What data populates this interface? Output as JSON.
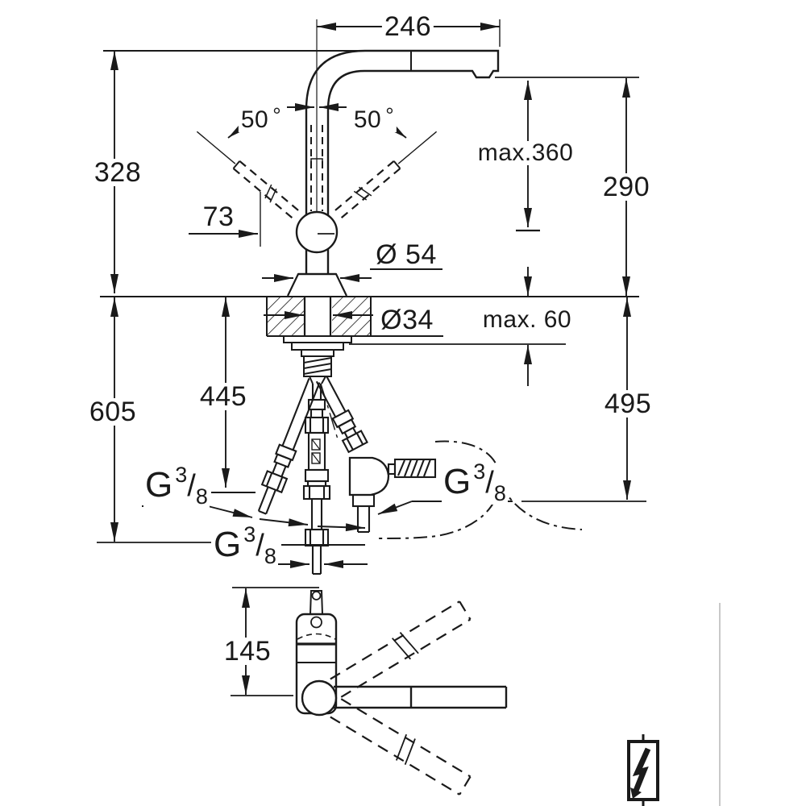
{
  "colors": {
    "line": "#1a1a1a",
    "background": "#ffffff"
  },
  "dimensions": {
    "spout_reach": "246",
    "spout_height": "328",
    "lever_swivel_height": "max.360",
    "outlet_height": "290",
    "lever_offset": "73",
    "base_diameter": "Ø 54",
    "hole_diameter": "Ø34",
    "deck_thickness": "max. 60",
    "hose_length_445": "445",
    "hose_length_605": "605",
    "hose_length_495": "495",
    "spout_depth_plan": "145"
  },
  "angles": {
    "value": "50",
    "unit": "°"
  },
  "thread": {
    "base": "G",
    "numerator": "3",
    "slash": "/",
    "denominator": "8"
  },
  "icons": {
    "electrical": "lightning-bolt"
  }
}
